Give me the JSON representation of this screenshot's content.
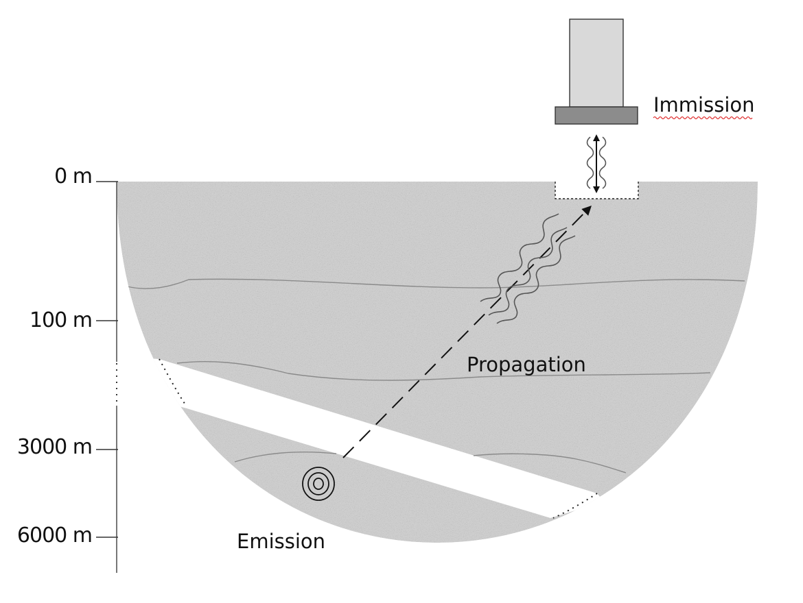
{
  "diagram": {
    "depth_axis": {
      "ticks": [
        {
          "label": "0 m"
        },
        {
          "label": "100 m"
        },
        {
          "label": "3000 m"
        },
        {
          "label": "6000 m"
        }
      ]
    },
    "labels": {
      "immission": "Immission",
      "propagation": "Propagation",
      "emission": "Emission"
    },
    "colors": {
      "ground": "#cfcfcf",
      "building": "#d9d9d9",
      "foundation": "#8c8c8c",
      "spellcheck_underline": "#e03030"
    }
  }
}
